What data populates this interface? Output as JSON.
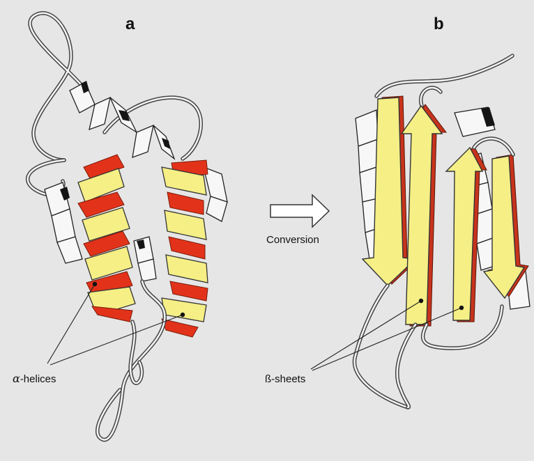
{
  "panels": {
    "a": {
      "letter": "a",
      "label": "-helices",
      "label_symbol": "α"
    },
    "b": {
      "letter": "b",
      "label": "ß-sheets"
    }
  },
  "arrow": {
    "label": "Conversion"
  },
  "colors": {
    "background": "#e6e6e6",
    "helix_front": "#f5ef86",
    "helix_back": "#e2331a",
    "coil": "#f7f7f7"
  }
}
